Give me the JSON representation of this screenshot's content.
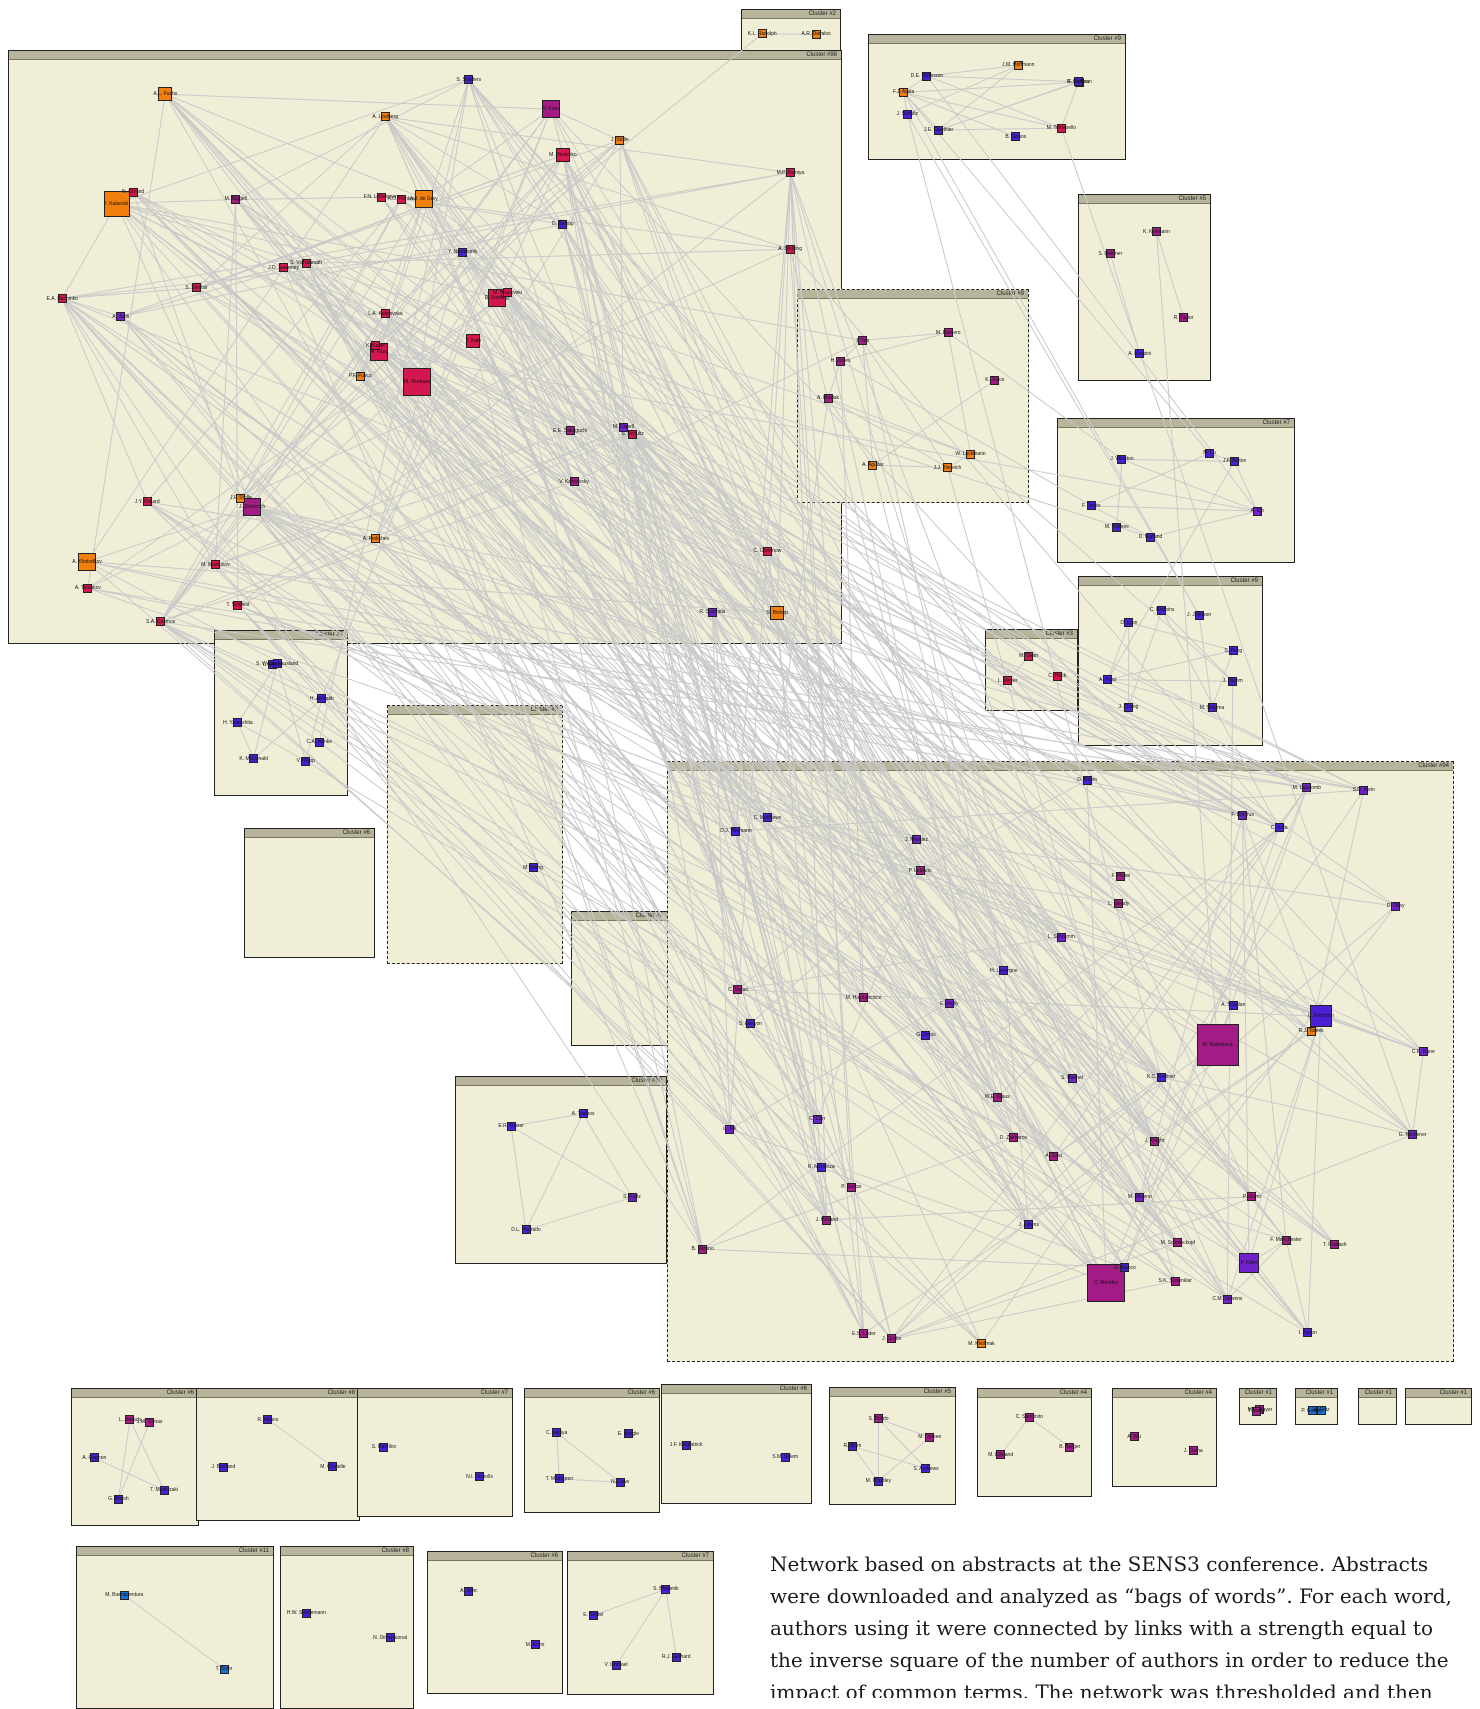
{
  "colors": {
    "crimson": "#d4174f",
    "orange": "#f07f0e",
    "magenta": "#a31c86",
    "purple": "#7021c9",
    "indigo": "#4b1fd6",
    "blue": "#1a6fd9",
    "edge": "#c9c9c9",
    "panel": "#f1eed8"
  },
  "caption": "Network based on abstracts at the SENS3 conference. Abstracts were downloaded and analyzed as “bags of words”. For each word, authors using it were connected by links with a strength equal to the inverse square of the number of authors in order to reduce the impact of common terms. The network was thresholded and then graphed using force-directed graph",
  "clusters": [
    {
      "label": "Cluster #98"
    },
    {
      "label": "Cluster #2"
    },
    {
      "label": "Cluster #9"
    },
    {
      "label": "Cluster #5"
    },
    {
      "label": "Cluster #9"
    },
    {
      "label": "Cluster #7"
    },
    {
      "label": "Cluster #9"
    },
    {
      "label": "Cluster #3"
    },
    {
      "label": "Cluster #7"
    },
    {
      "label": "Cluster #9"
    },
    {
      "label": "Cluster #8"
    },
    {
      "label": "Cluster #6"
    },
    {
      "label": "Cluster #94"
    },
    {
      "label": "Cluster #10"
    },
    {
      "label": "Cluster #6"
    },
    {
      "label": "Cluster #8"
    },
    {
      "label": "Cluster #7"
    },
    {
      "label": "Cluster #6"
    },
    {
      "label": "Cluster #6"
    },
    {
      "label": "Cluster #5"
    },
    {
      "label": "Cluster #4"
    },
    {
      "label": "Cluster #4"
    },
    {
      "label": "Cluster #1"
    },
    {
      "label": "Cluster #1"
    },
    {
      "label": "Cluster #1"
    },
    {
      "label": "Cluster #1"
    },
    {
      "label": "Cluster #11"
    },
    {
      "label": "Cluster #8"
    },
    {
      "label": "Cluster #6"
    },
    {
      "label": "Cluster #7"
    }
  ],
  "nodes": [
    {
      "label": "M. Skobeev",
      "color": "crimson"
    },
    {
      "label": "I. Kalaoski",
      "color": "orange"
    },
    {
      "label": "A. Fang",
      "color": "crimson"
    },
    {
      "label": "A. Kholodkov",
      "color": "orange"
    },
    {
      "label": "D. Snelling",
      "color": "crimson"
    },
    {
      "label": "J. Zembrich",
      "color": "magenta"
    },
    {
      "label": "V. Koev",
      "color": "magenta"
    },
    {
      "label": "A.J. de Grey",
      "color": "orange"
    },
    {
      "label": "M. Pavlenko",
      "color": "crimson"
    },
    {
      "label": "T. Kato",
      "color": "crimson"
    },
    {
      "label": "A.L. Fuchs",
      "color": "orange"
    },
    {
      "label": "S. Bishop",
      "color": "orange"
    },
    {
      "label": "A. Jubb",
      "color": "purple"
    },
    {
      "label": "M.P. Kamiya",
      "color": "crimson"
    },
    {
      "label": "P.F. Fusco",
      "color": "orange"
    },
    {
      "label": "D. Bishop",
      "color": "indigo"
    },
    {
      "label": "S.A. Cosmos",
      "color": "crimson"
    },
    {
      "label": "F.N. Lokowmers",
      "color": "crimson"
    },
    {
      "label": "Y. Navorotniy",
      "color": "indigo"
    },
    {
      "label": "J.Y. Pollard",
      "color": "crimson"
    },
    {
      "label": "S. Vishwanath",
      "color": "crimson"
    },
    {
      "label": "A. Tomakov",
      "color": "crimson"
    },
    {
      "label": "M. Mastunov",
      "color": "crimson"
    },
    {
      "label": "A.O. Penkov",
      "color": "crimson"
    },
    {
      "label": "M. Brunovski",
      "color": "crimson"
    },
    {
      "label": "S. Schultz",
      "color": "crimson"
    },
    {
      "label": "N. Lilyand",
      "color": "crimson"
    },
    {
      "label": "A. Lindberg",
      "color": "orange"
    },
    {
      "label": "E.A. Buchinko",
      "color": "crimson"
    },
    {
      "label": "E.E. Sakaguchi",
      "color": "magenta"
    },
    {
      "label": "A. Stolzing",
      "color": "crimson"
    },
    {
      "label": "K. Kallet",
      "color": "crimson"
    },
    {
      "label": "A. Fedichev",
      "color": "orange"
    },
    {
      "label": "L.A. Kalinovska",
      "color": "crimson"
    },
    {
      "label": "M. Niggell",
      "color": "magenta"
    },
    {
      "label": "J. Stolle",
      "color": "orange"
    },
    {
      "label": "J.F. Stolle",
      "color": "orange"
    },
    {
      "label": "R. Suomela",
      "color": "purple"
    },
    {
      "label": "C. Goodnow",
      "color": "crimson"
    },
    {
      "label": "M. Capell",
      "color": "purple"
    },
    {
      "label": "S. Sanders",
      "color": "indigo"
    },
    {
      "label": "J.D. Sweeney",
      "color": "crimson"
    },
    {
      "label": "S. Sinclair",
      "color": "crimson"
    },
    {
      "label": "V. Kalinovsky",
      "color": "magenta"
    },
    {
      "label": "T. Scofield",
      "color": "crimson"
    },
    {
      "label": "A.R. Davalos",
      "color": "orange"
    },
    {
      "label": "K.L. Rudolph",
      "color": "orange"
    },
    {
      "label": "M. Tomasello",
      "color": "crimson"
    },
    {
      "label": "B. Gonos",
      "color": "indigo"
    },
    {
      "label": "J.E. Gauthier",
      "color": "indigo"
    },
    {
      "label": "J. Schultz",
      "color": "indigo"
    },
    {
      "label": "F.J. Ayala",
      "color": "orange"
    },
    {
      "label": "D.E. Wilkinson",
      "color": "indigo"
    },
    {
      "label": "J.M. Hoffmann",
      "color": "orange"
    },
    {
      "label": "R. Hoffman",
      "color": "indigo"
    },
    {
      "label": "F. Santos",
      "color": "indigo"
    },
    {
      "label": "R. Taylor",
      "color": "magenta"
    },
    {
      "label": "A. Mazzini",
      "color": "indigo"
    },
    {
      "label": "S. Dettmer",
      "color": "magenta"
    },
    {
      "label": "K. Kellmann",
      "color": "magenta"
    },
    {
      "label": "W. Lackmann",
      "color": "orange"
    },
    {
      "label": "J.J. Tiedeich",
      "color": "orange"
    },
    {
      "label": "A. Aguilar",
      "color": "orange"
    },
    {
      "label": "A. Musiak",
      "color": "magenta"
    },
    {
      "label": "H. Jones",
      "color": "magenta"
    },
    {
      "label": "J. Yoo",
      "color": "magenta"
    },
    {
      "label": "M. Romero",
      "color": "magenta"
    },
    {
      "label": "K. Joyce",
      "color": "magenta"
    },
    {
      "label": "A. Ejo",
      "color": "purple"
    },
    {
      "label": "D. Kurland",
      "color": "indigo"
    },
    {
      "label": "M. Holmes",
      "color": "indigo"
    },
    {
      "label": "F. Jones",
      "color": "indigo"
    },
    {
      "label": "J. Winston",
      "color": "indigo"
    },
    {
      "label": "M. Lu",
      "color": "indigo"
    },
    {
      "label": "J.F. Bolton",
      "color": "indigo"
    },
    {
      "label": "C. Hack",
      "color": "crimson"
    },
    {
      "label": "L. Moyer",
      "color": "crimson"
    },
    {
      "label": "M. Dean",
      "color": "crimson"
    },
    {
      "label": "C.A. Hanke",
      "color": "indigo"
    },
    {
      "label": "V. Klopp",
      "color": "indigo"
    },
    {
      "label": "K. McDonald",
      "color": "indigo"
    },
    {
      "label": "H. Yamashita",
      "color": "indigo"
    },
    {
      "label": "L. Evers",
      "color": "indigo"
    },
    {
      "label": "S. Westerhausland",
      "color": "indigo"
    },
    {
      "label": "H. Alkhatib",
      "color": "indigo"
    },
    {
      "label": "J. Hamm",
      "color": "indigo"
    },
    {
      "label": "M. Sharma",
      "color": "indigo"
    },
    {
      "label": "J. Chang",
      "color": "indigo"
    },
    {
      "label": "A. Hess",
      "color": "indigo"
    },
    {
      "label": "D. Lyon",
      "color": "indigo"
    },
    {
      "label": "C. Robbins",
      "color": "indigo"
    },
    {
      "label": "J. Johnson",
      "color": "indigo"
    },
    {
      "label": "S. Peng",
      "color": "indigo"
    },
    {
      "label": "M. Wang",
      "color": "indigo"
    },
    {
      "label": "D.J. Wiemann",
      "color": "indigo"
    },
    {
      "label": "R.J. Tomek",
      "color": "orange"
    },
    {
      "label": "M. Kholmak",
      "color": "orange"
    },
    {
      "label": "J. Knight",
      "color": "magenta"
    },
    {
      "label": "S.D. Klein",
      "color": "purple"
    },
    {
      "label": "E.S. Luder",
      "color": "magenta"
    },
    {
      "label": "J. Mendez",
      "color": "purple"
    },
    {
      "label": "M. Moreno",
      "color": "purple"
    },
    {
      "label": "C. Mulas",
      "color": "magenta"
    },
    {
      "label": "F. Manchester",
      "color": "magenta"
    },
    {
      "label": "C.M. Stevens",
      "color": "purple"
    },
    {
      "label": "F. Dreyfus",
      "color": "purple"
    },
    {
      "label": "L. Schramm",
      "color": "purple"
    },
    {
      "label": "I. Ashon",
      "color": "indigo"
    },
    {
      "label": "U. Eichhorn",
      "color": "indigo"
    },
    {
      "label": "P. Klein",
      "color": "purple"
    },
    {
      "label": "M. Ruzickova",
      "color": "magenta"
    },
    {
      "label": "C. Mendez",
      "color": "magenta"
    },
    {
      "label": "D. Dahm",
      "color": "indigo"
    },
    {
      "label": "S. Kenyon",
      "color": "indigo"
    },
    {
      "label": "P. Mano",
      "color": "magenta"
    },
    {
      "label": "L. Varady",
      "color": "magenta"
    },
    {
      "label": "M. Hayfrancisco",
      "color": "magenta"
    },
    {
      "label": "M. Lipscomb",
      "color": "purple"
    },
    {
      "label": "J. Grube",
      "color": "magenta"
    },
    {
      "label": "A. Gast",
      "color": "magenta"
    },
    {
      "label": "C. Matthews",
      "color": "indigo"
    },
    {
      "label": "G. Kitchener",
      "color": "purple"
    },
    {
      "label": "C. Carr",
      "color": "purple"
    },
    {
      "label": "D. Tilley",
      "color": "purple"
    },
    {
      "label": "C.R. Kane",
      "color": "purple"
    },
    {
      "label": "K.C. Kreimer",
      "color": "indigo"
    },
    {
      "label": "M. Schmeckopf",
      "color": "magenta"
    },
    {
      "label": "S.K. Sonenklar",
      "color": "magenta"
    },
    {
      "label": "J. Holland",
      "color": "magenta"
    },
    {
      "label": "F. Pisani",
      "color": "magenta"
    },
    {
      "label": "P. Leblanc",
      "color": "magenta"
    },
    {
      "label": "R. Mendoza",
      "color": "indigo"
    },
    {
      "label": "G. Bianco",
      "color": "indigo"
    },
    {
      "label": "L. Jak",
      "color": "purple"
    },
    {
      "label": "E. Reilly",
      "color": "purple"
    },
    {
      "label": "A. Scanlan",
      "color": "indigo"
    },
    {
      "label": "H. Lavergne",
      "color": "indigo"
    },
    {
      "label": "W.E. Kraus",
      "color": "magenta"
    },
    {
      "label": "T. Prakash",
      "color": "magenta"
    },
    {
      "label": "P. Sarkar",
      "color": "magenta"
    },
    {
      "label": "B. Mizuno",
      "color": "magenta"
    },
    {
      "label": "G. Denis",
      "color": "indigo"
    },
    {
      "label": "C. Rota",
      "color": "indigo"
    },
    {
      "label": "S. Bonnet",
      "color": "purple"
    },
    {
      "label": "D. Zakharov",
      "color": "magenta"
    },
    {
      "label": "J. Lorens",
      "color": "indigo"
    },
    {
      "label": "S. Kurtz",
      "color": "purple"
    },
    {
      "label": "D.L. Ponrado",
      "color": "indigo"
    },
    {
      "label": "E.R. Fraser",
      "color": "indigo"
    },
    {
      "label": "A. Tsatsos",
      "color": "indigo"
    },
    {
      "label": "T. Matsuzaki",
      "color": "indigo"
    },
    {
      "label": "G. Bocsh",
      "color": "indigo"
    },
    {
      "label": "A. Gagnon",
      "color": "indigo"
    },
    {
      "label": "L. Jokisch",
      "color": "magenta"
    },
    {
      "label": "J.M. Tomas",
      "color": "magenta"
    },
    {
      "label": "M. Coutelle",
      "color": "indigo"
    },
    {
      "label": "J. Bertland",
      "color": "indigo"
    },
    {
      "label": "R. Milano",
      "color": "indigo"
    },
    {
      "label": "N.I. Nicholls",
      "color": "indigo"
    },
    {
      "label": "S. Gavrilov",
      "color": "indigo"
    },
    {
      "label": "N. Laws",
      "color": "indigo"
    },
    {
      "label": "T. Malmgren",
      "color": "indigo"
    },
    {
      "label": "C. Vadiya",
      "color": "indigo"
    },
    {
      "label": "E. Weigle",
      "color": "indigo"
    },
    {
      "label": "S.M. Salem",
      "color": "indigo"
    },
    {
      "label": "J.F. Kirkpatrick",
      "color": "indigo"
    },
    {
      "label": "S. Andrews",
      "color": "indigo"
    },
    {
      "label": "M. Chudley",
      "color": "indigo"
    },
    {
      "label": "R. Blum",
      "color": "indigo"
    },
    {
      "label": "S. Pulido",
      "color": "magenta"
    },
    {
      "label": "M. Durkee",
      "color": "magenta"
    },
    {
      "label": "B. Berger",
      "color": "magenta"
    },
    {
      "label": "M. Kirkland",
      "color": "magenta"
    },
    {
      "label": "C. Sancristo",
      "color": "magenta"
    },
    {
      "label": "J. Gama",
      "color": "magenta"
    },
    {
      "label": "A. Wu",
      "color": "magenta"
    },
    {
      "label": "M.E. Bayer",
      "color": "magenta"
    },
    {
      "label": "T. Lang",
      "color": "magenta"
    },
    {
      "label": "M. Fritz",
      "color": "blue"
    },
    {
      "label": "P. Gamito",
      "color": "blue"
    },
    {
      "label": "T. Soler",
      "color": "blue"
    },
    {
      "label": "M. Buenaventura",
      "color": "blue"
    },
    {
      "label": "N. Dimensional",
      "color": "indigo"
    },
    {
      "label": "H.W. Sonnemann",
      "color": "indigo"
    },
    {
      "label": "M. Kohn",
      "color": "indigo"
    },
    {
      "label": "A. Jovic",
      "color": "indigo"
    },
    {
      "label": "R.J. Gerhard",
      "color": "indigo"
    },
    {
      "label": "V. Ishmael",
      "color": "indigo"
    },
    {
      "label": "E. Seidel",
      "color": "indigo"
    },
    {
      "label": "S. Bhaumik",
      "color": "indigo"
    },
    {
      "label": "G. Bertucci",
      "color": "indigo"
    },
    {
      "label": "F. Saverio",
      "color": "indigo"
    },
    {
      "label": "M.C. Choate",
      "color": "indigo"
    }
  ]
}
